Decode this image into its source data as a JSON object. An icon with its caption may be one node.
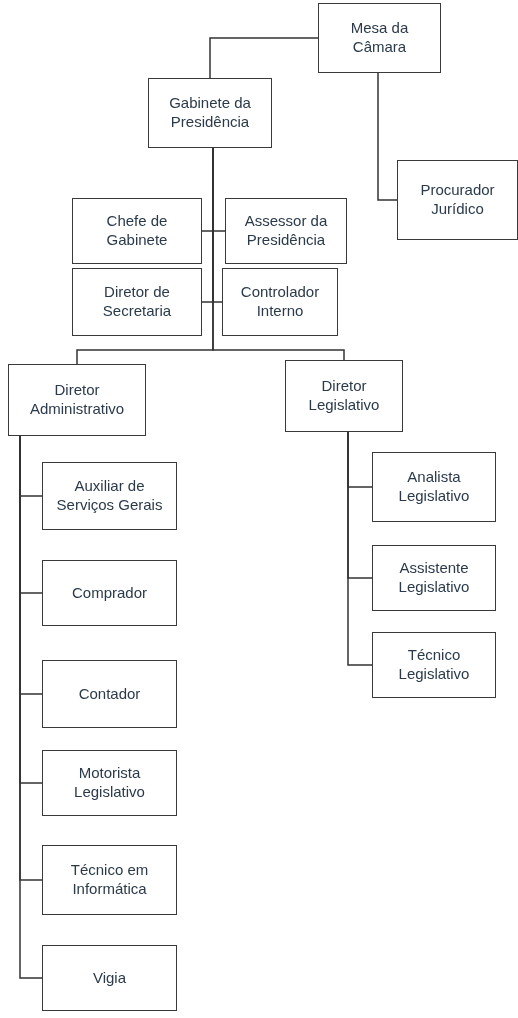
{
  "diagram": {
    "nodes": [
      {
        "text": [
          "Mesa da Câmara"
        ]
      },
      {
        "text": [
          "Gabinete da Presidência"
        ]
      },
      {
        "text": [
          "Procurador Jurídico"
        ]
      },
      {
        "text": [
          "Chefe de Gabinete"
        ]
      },
      {
        "text": [
          "Assessor da Presidência"
        ]
      },
      {
        "text": [
          "Diretor de Secretaria"
        ]
      },
      {
        "text": [
          "Controlador Interno"
        ]
      },
      {
        "text": [
          "Diretor Administrativo"
        ]
      },
      {
        "text": [
          "Diretor Legislativo"
        ]
      },
      {
        "text": [
          "Auxiliar de Serviços Gerais"
        ]
      },
      {
        "text": [
          "Analista Legislativo"
        ]
      },
      {
        "text": [
          "Comprador"
        ]
      },
      {
        "text": [
          "Assistente Legislativo"
        ]
      },
      {
        "text": [
          "Contador"
        ]
      },
      {
        "text": [
          "Técnico Legislativo"
        ]
      },
      {
        "text": [
          "Motorista Legislativo"
        ]
      },
      {
        "text": [
          "Técnico em Informática"
        ]
      },
      {
        "text": [
          "Vigia"
        ]
      }
    ],
    "edges": [
      {
        "from": 0,
        "to": 1,
        "arrow": "none"
      },
      {
        "from": 0,
        "to": 2,
        "arrow": "none"
      },
      {
        "from": 1,
        "to": 3,
        "arrow": "none"
      },
      {
        "from": 1,
        "to": 4,
        "arrow": "none"
      },
      {
        "from": 1,
        "to": 5,
        "arrow": "none"
      },
      {
        "from": 1,
        "to": 6,
        "arrow": "none"
      },
      {
        "from": 1,
        "to": 7,
        "arrow": "none"
      },
      {
        "from": 1,
        "to": 8,
        "arrow": "none"
      },
      {
        "from": 7,
        "to": 9,
        "arrow": "none"
      },
      {
        "from": 7,
        "to": 11,
        "arrow": "none"
      },
      {
        "from": 7,
        "to": 13,
        "arrow": "none"
      },
      {
        "from": 7,
        "to": 15,
        "arrow": "none"
      },
      {
        "from": 7,
        "to": 16,
        "arrow": "none"
      },
      {
        "from": 7,
        "to": 17,
        "arrow": "none"
      },
      {
        "from": 8,
        "to": 10,
        "arrow": "none"
      },
      {
        "from": 8,
        "to": 12,
        "arrow": "none"
      },
      {
        "from": 8,
        "to": 14,
        "arrow": "none"
      }
    ]
  }
}
